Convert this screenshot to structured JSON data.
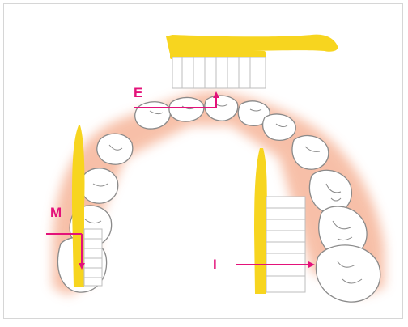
{
  "labels": {
    "top": "E",
    "left": "M",
    "right": "I"
  },
  "colors": {
    "handle": "#f7d51f",
    "bristles": "#ffffff",
    "tooth_fill": "#ffffff",
    "tooth_outline": "#8a8a8a",
    "gum_glow": "#f4a27f",
    "arrow": "#e3127a"
  },
  "icons": {
    "top_brush": "toothbrush-icon",
    "left_brush": "toothbrush-icon",
    "right_brush": "toothbrush-icon"
  }
}
